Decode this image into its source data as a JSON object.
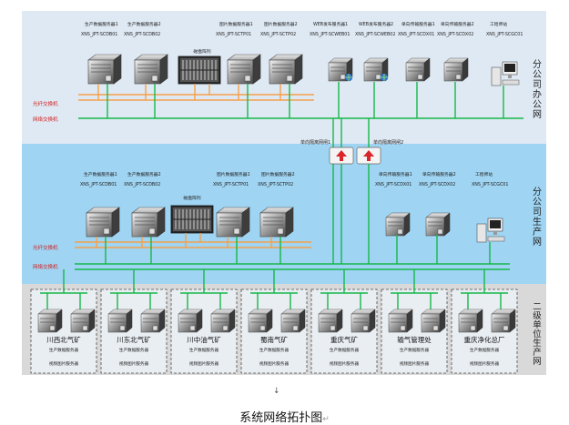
{
  "office": {
    "title": "分公司办公网",
    "switch_fiber": "光纤交换机",
    "switch_net": "网络交换机",
    "storage_label": "磁盘阵列",
    "servers": [
      {
        "label": "生产数据服务器1",
        "id": "XNS_JPT-SCDB01"
      },
      {
        "label": "生产数据服务器2",
        "id": "XNS_JPT-SCDB02"
      },
      {
        "label": "图片数据服务器1",
        "id": "XNS_JPT-SCTP01"
      },
      {
        "label": "图片数据服务器2",
        "id": "XNS_JPT-SCTP02"
      },
      {
        "label": "WEB发布服务器1",
        "id": "XNS_JPT-SCWEB01"
      },
      {
        "label": "WEB发布服务器2",
        "id": "XNS_JPT-SCWEB02"
      },
      {
        "label": "单向传输服务器1",
        "id": "XNS_JPT-SCDX01"
      },
      {
        "label": "单向传输服务器2",
        "id": "XNS_JPT-SCDX02"
      },
      {
        "label": "工程师站",
        "id": "XNS_JPT-SCGC01"
      }
    ]
  },
  "gateways": [
    {
      "label": "单向隔离网闸1"
    },
    {
      "label": "单向隔离网闸2"
    }
  ],
  "production": {
    "title": "分公司生产网",
    "switch_fiber": "光纤交换机",
    "switch_net": "网络交换机",
    "storage_label": "磁盘阵列",
    "servers": [
      {
        "label": "生产数据服务器1",
        "id": "XNS_JPT-SCDB01"
      },
      {
        "label": "生产数据服务器2",
        "id": "XNS_JPT-SCDB02"
      },
      {
        "label": "图片数据服务器1",
        "id": "XNS_JPT-SCTP01"
      },
      {
        "label": "图片数据服务器2",
        "id": "XNS_JPT-SCTP02"
      },
      {
        "label": "单向传输服务器1",
        "id": "XNS_JPT-SCDX01"
      },
      {
        "label": "单向传输服务器2",
        "id": "XNS_JPT-SCDX02"
      },
      {
        "label": "工程师站",
        "id": "XNS_JPT-SCGC01"
      }
    ]
  },
  "units": {
    "title": "二级单位生产网",
    "items": [
      {
        "name": "川西北气矿",
        "line1": "生产数据服务器",
        "line2": "视频图片服务器"
      },
      {
        "name": "川东北气矿",
        "line1": "生产数据服务器",
        "line2": "视频图片服务器"
      },
      {
        "name": "川中油气矿",
        "line1": "生产数据服务器",
        "line2": "视频图片服务器"
      },
      {
        "name": "蜀南气矿",
        "line1": "生产数据服务器",
        "line2": "视频图片服务器"
      },
      {
        "name": "重庆气矿",
        "line1": "生产数据服务器",
        "line2": "视频图片服务器"
      },
      {
        "name": "输气管理处",
        "line1": "生产数据服务器",
        "line2": "视频图片服务器"
      },
      {
        "name": "重庆净化总厂",
        "line1": "生产数据服务器",
        "line2": "视频图片服务器"
      }
    ]
  },
  "caption": "系统网络拓扑图",
  "colors": {
    "office_bg": "#dfe9f4",
    "production_bg": "#9fd4f2",
    "units_bg": "#d9d9d9",
    "fiber_line": "#f5a04a",
    "network_line": "#16b84a",
    "fiber_text": "#d12020",
    "network_text": "#d12020"
  }
}
